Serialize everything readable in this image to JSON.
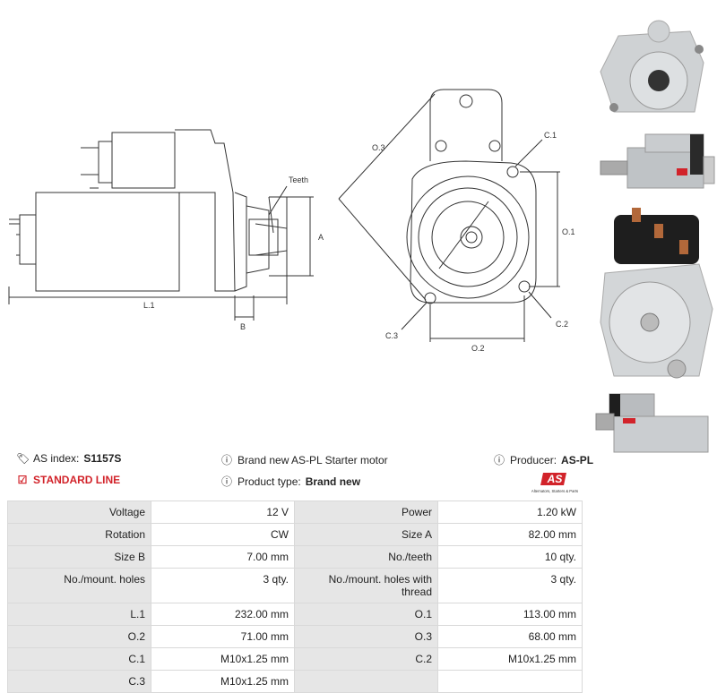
{
  "drawing": {
    "labels": {
      "teeth": "Teeth",
      "a": "A",
      "b": "B",
      "l1": "L.1",
      "o3": "O.3",
      "c1": "C.1",
      "o1": "O.1",
      "c2": "C.2",
      "c3": "C.3",
      "o2": "O.2"
    }
  },
  "info": {
    "as_index_label": "AS index:",
    "as_index_value": "S1157S",
    "standard_line": "STANDARD LINE",
    "description": "Brand new AS-PL Starter motor",
    "product_type_label": "Product type:",
    "product_type_value": "Brand new",
    "producer_label": "Producer:",
    "producer_value": "AS-PL",
    "logo_text": "AS",
    "logo_tagline": "Alternators, Starters & Parts"
  },
  "specs": [
    {
      "k1": "Voltage",
      "v1": "12 V",
      "k2": "Power",
      "v2": "1.20 kW"
    },
    {
      "k1": "Rotation",
      "v1": "CW",
      "k2": "Size A",
      "v2": "82.00 mm"
    },
    {
      "k1": "Size B",
      "v1": "7.00 mm",
      "k2": "No./teeth",
      "v2": "10 qty."
    },
    {
      "k1": "No./mount. holes",
      "v1": "3 qty.",
      "k2": "No./mount. holes with thread",
      "v2": "3 qty."
    },
    {
      "k1": "L.1",
      "v1": "232.00 mm",
      "k2": "O.1",
      "v2": "113.00 mm"
    },
    {
      "k1": "O.2",
      "v1": "71.00 mm",
      "k2": "O.3",
      "v2": "68.00 mm"
    },
    {
      "k1": "C.1",
      "v1": "M10x1.25 mm",
      "k2": "C.2",
      "v2": "M10x1.25 mm"
    },
    {
      "k1": "C.3",
      "v1": "M10x1.25 mm",
      "k2": "",
      "v2": ""
    }
  ]
}
